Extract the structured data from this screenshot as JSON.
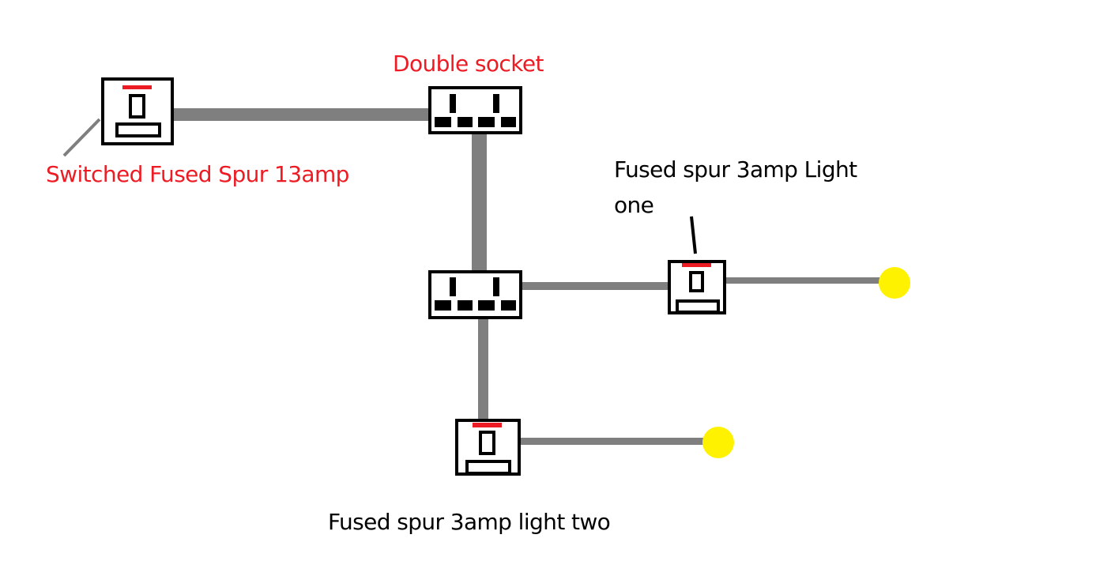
{
  "title": "Fused spur lighting circuit sketch",
  "colors": {
    "cable": "#7f7f7f",
    "outline": "#000000",
    "indicator": "#ed1c24",
    "lamp": "#fff200",
    "label_red": "#ed1c24",
    "label_black": "#000000",
    "background": "#ffffff"
  },
  "labels": {
    "switched_spur": "Switched Fused Spur 13amp",
    "double_socket": "Double socket",
    "spur_light_one": "Fused spur 3amp Light one",
    "spur_light_two": "Fused spur 3amp light two"
  },
  "components": [
    {
      "id": "switched-fused-spur-13a",
      "type": "fused-spur",
      "rating": "13amp",
      "label_key": "switched_spur"
    },
    {
      "id": "double-socket-1",
      "type": "double-socket",
      "label_key": "double_socket"
    },
    {
      "id": "double-socket-2",
      "type": "double-socket"
    },
    {
      "id": "fused-spur-light-one",
      "type": "fused-spur",
      "rating": "3amp",
      "label_key": "spur_light_one"
    },
    {
      "id": "fused-spur-light-two",
      "type": "fused-spur",
      "rating": "3amp",
      "label_key": "spur_light_two"
    },
    {
      "id": "light-one",
      "type": "light"
    },
    {
      "id": "light-two",
      "type": "light"
    }
  ],
  "connections": [
    {
      "from": "switched-fused-spur-13a",
      "to": "double-socket-1"
    },
    {
      "from": "double-socket-1",
      "to": "double-socket-2"
    },
    {
      "from": "double-socket-2",
      "to": "fused-spur-light-one"
    },
    {
      "from": "double-socket-2",
      "to": "fused-spur-light-two"
    },
    {
      "from": "fused-spur-light-one",
      "to": "light-one"
    },
    {
      "from": "fused-spur-light-two",
      "to": "light-two"
    }
  ]
}
